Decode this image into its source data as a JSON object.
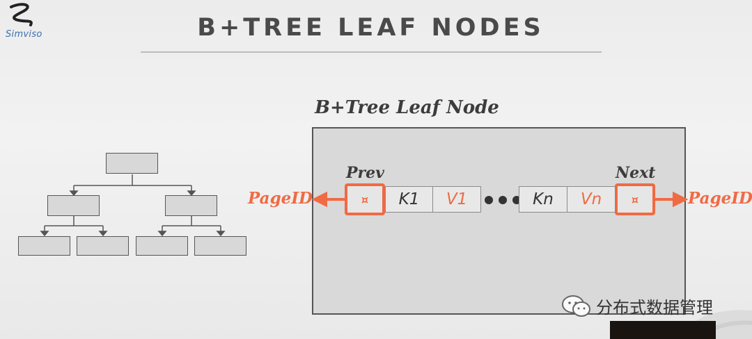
{
  "header": {
    "title": "B+TREE LEAF NODES",
    "logo_text": "Simviso"
  },
  "diagram": {
    "caption": "B+Tree Leaf Node",
    "prev_label": "Prev",
    "next_label": "Next",
    "left_pageid": "PageID",
    "right_pageid": "PageID",
    "pointer_glyph": "¤",
    "entries": [
      {
        "key": "K1",
        "value": "V1"
      },
      {
        "key": "Kn",
        "value": "Vn"
      }
    ],
    "accent_color": "#f06a43"
  },
  "watermark": {
    "icon": "wechat-icon",
    "text": "分布式数据管理"
  }
}
